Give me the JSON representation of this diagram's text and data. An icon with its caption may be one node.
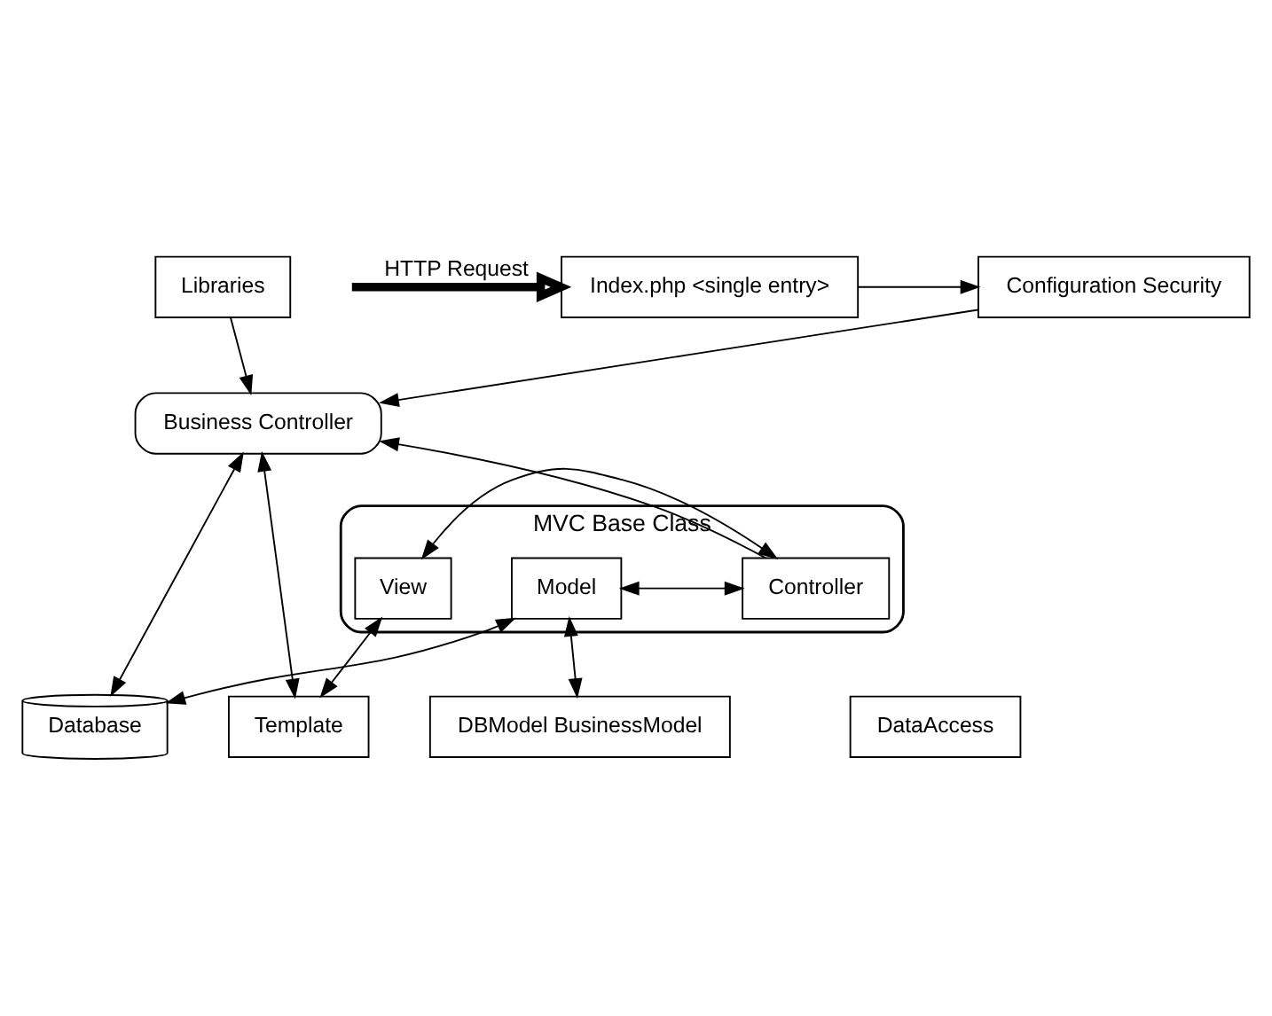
{
  "diagram": {
    "nodes": [
      {
        "text": [
          "Index.php <single entry>"
        ]
      },
      {
        "text": [
          "Configuration Security"
        ]
      },
      {
        "text": [
          "Libraries"
        ]
      },
      {
        "text": [
          "Business Controller"
        ]
      },
      {
        "text": [
          "MVC Base Class"
        ]
      },
      {
        "text": [
          "Controller"
        ],
        "in": 4
      },
      {
        "text": [
          "Model"
        ],
        "in": 4
      },
      {
        "text": [
          "View"
        ],
        "in": 4
      },
      {
        "text": [
          "Database"
        ]
      },
      {
        "text": [
          "Template"
        ]
      },
      {
        "text": [
          "DBModel BusinessModel"
        ]
      },
      {
        "text": [
          "DataAccess"
        ]
      }
    ],
    "edges": [
      {
        "from": null,
        "to": 0,
        "arrow": "to",
        "label": "HTTP Request",
        "style": "thick"
      },
      {
        "from": 0,
        "to": 1,
        "arrow": "to"
      },
      {
        "from": 1,
        "to": 3,
        "arrow": "to"
      },
      {
        "from": 2,
        "to": 3,
        "arrow": "to"
      },
      {
        "from": 5,
        "to": 3,
        "arrow": "to"
      },
      {
        "from": 3,
        "to": 8,
        "arrow": "both"
      },
      {
        "from": 3,
        "to": 9,
        "arrow": "both"
      },
      {
        "from": 5,
        "to": 6,
        "arrow": "both"
      },
      {
        "from": 5,
        "to": 7,
        "arrow": "both"
      },
      {
        "from": 8,
        "to": 6,
        "arrow": "both"
      },
      {
        "from": 7,
        "to": 9,
        "arrow": "both"
      },
      {
        "from": 6,
        "to": 10,
        "arrow": "both"
      }
    ]
  }
}
